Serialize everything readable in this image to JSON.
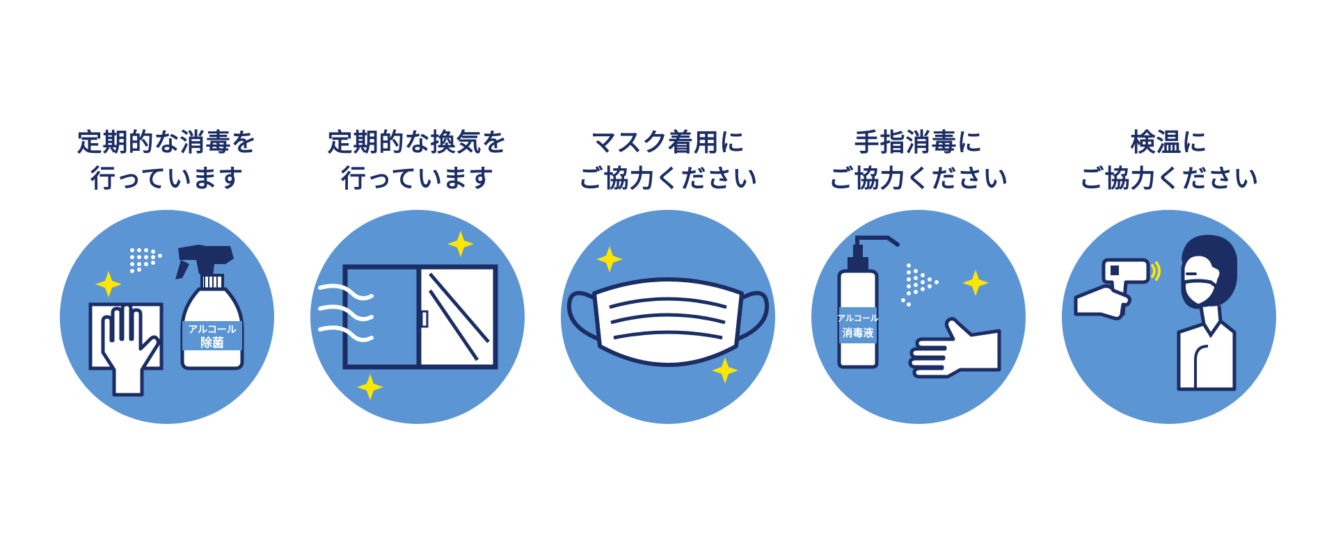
{
  "colors": {
    "circle": "#5b95d3",
    "navy": "#1b2d63",
    "sparkle": "#ffe600",
    "white": "#ffffff",
    "caption_text": "#1b2d63"
  },
  "panels": [
    {
      "caption": [
        "定期的な消毒を",
        "行っています"
      ],
      "icon": "spray-and-wipe-icon",
      "label": [
        "アルコール",
        "除菌"
      ]
    },
    {
      "caption": [
        "定期的な換気を",
        "行っています"
      ],
      "icon": "window-ventilation-icon"
    },
    {
      "caption": [
        "マスク着用に",
        "ご協力ください"
      ],
      "icon": "face-mask-icon"
    },
    {
      "caption": [
        "手指消毒に",
        "ご協力ください"
      ],
      "icon": "hand-sanitizer-icon",
      "label": [
        "アルコール",
        "消毒液"
      ]
    },
    {
      "caption": [
        "検温に",
        "ご協力ください"
      ],
      "icon": "temperature-check-icon"
    }
  ]
}
